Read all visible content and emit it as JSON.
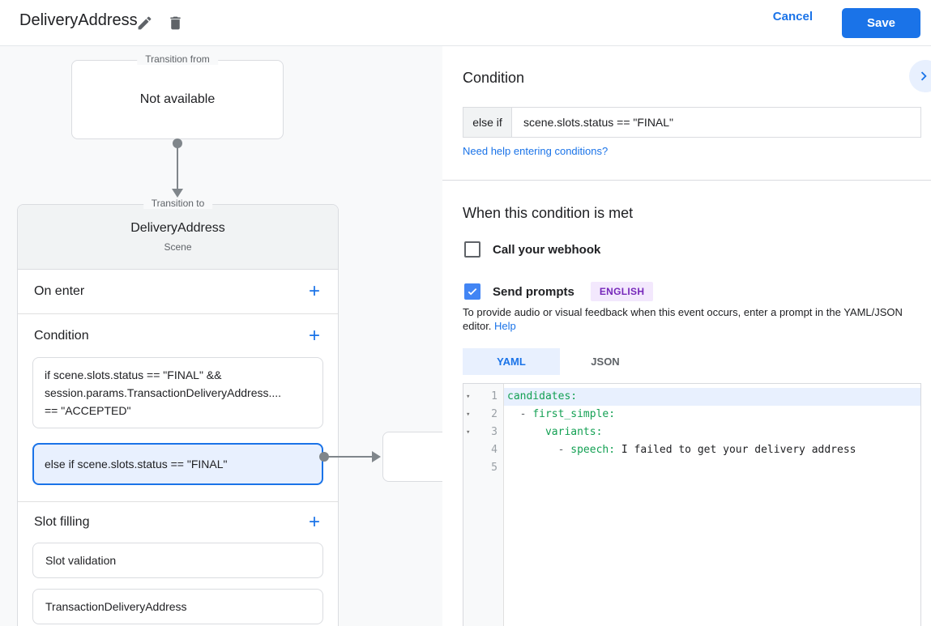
{
  "header": {
    "title": "DeliveryAddress",
    "cancel_label": "Cancel",
    "save_label": "Save"
  },
  "colors": {
    "accent_blue": "#1a73e8",
    "selection_blue": "#e8f0fe",
    "checkbox_blue": "#4285f4",
    "badge_purple_text": "#7627ba",
    "badge_purple_bg": "#f3e8fd",
    "syntax_key_green": "#13a053",
    "connector_gray": "#80868b",
    "canvas_gray": "#f8f9fa"
  },
  "icons": {
    "edit": "pencil-icon",
    "delete": "trash-icon",
    "expand": "chevron-right-icon",
    "fold": "▾",
    "add": "+",
    "check": "✓"
  },
  "flow": {
    "add_icon": "+",
    "transition_from": {
      "legend": "Transition from",
      "value": "Not available"
    },
    "scene": {
      "legend": "Transition to",
      "name": "DeliveryAddress",
      "type_label": "Scene",
      "on_enter_label": "On enter",
      "condition_label": "Condition",
      "rule1_lines": [
        "if scene.slots.status == \"FINAL\" &&",
        "session.params.TransactionDeliveryAddress....",
        "== \"ACCEPTED\""
      ],
      "rule2": "else if scene.slots.status == \"FINAL\"",
      "slot_filling_label": "Slot filling",
      "slots": [
        "Slot validation",
        "TransactionDeliveryAddress"
      ]
    }
  },
  "panel": {
    "title": "Condition",
    "condition_prefix": "else if",
    "condition_value": "scene.slots.status == \"FINAL\"",
    "help_link": "Need help entering conditions?",
    "when_title": "When this condition is met",
    "webhook_label": "Call your webhook",
    "prompts_label": "Send prompts",
    "language_badge": "ENGLISH",
    "description_line1": "To provide audio or visual feedback when this event occurs, enter a prompt in the YAML/JSON",
    "description_line2": "editor.",
    "description_help": "Help",
    "tabs": [
      {
        "label": "YAML",
        "active": true
      },
      {
        "label": "JSON",
        "active": false
      }
    ],
    "editor": {
      "lines": [
        {
          "num": "1",
          "fold": "▾",
          "active": true,
          "code": [
            [
              "key",
              "candidates:"
            ]
          ]
        },
        {
          "num": "2",
          "fold": "▾",
          "active": false,
          "code": [
            [
              "meta",
              "  - "
            ],
            [
              "key",
              "first_simple:"
            ]
          ]
        },
        {
          "num": "3",
          "fold": "▾",
          "active": false,
          "code": [
            [
              "plain",
              "      "
            ],
            [
              "key",
              "variants:"
            ]
          ]
        },
        {
          "num": "4",
          "fold": "",
          "active": false,
          "code": [
            [
              "plain",
              "        "
            ],
            [
              "meta",
              "- "
            ],
            [
              "key",
              "speech:"
            ],
            [
              "plain",
              " I failed to get your delivery address"
            ]
          ]
        },
        {
          "num": "5",
          "fold": "",
          "active": false,
          "code": []
        }
      ]
    }
  }
}
